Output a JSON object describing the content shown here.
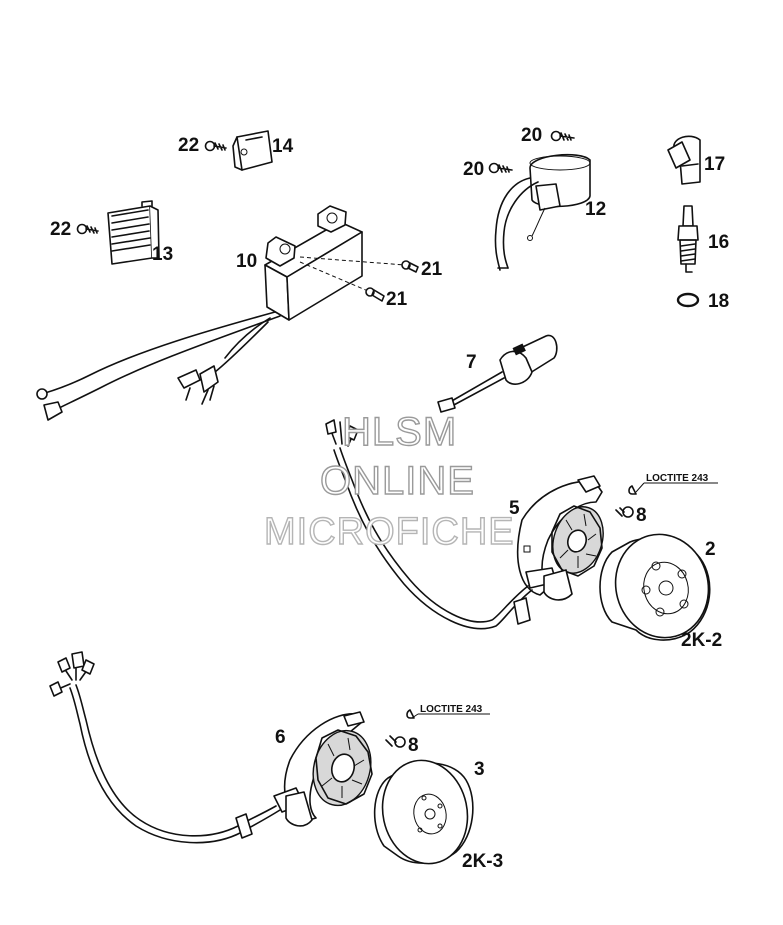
{
  "callouts": {
    "c22a": "22",
    "c14": "14",
    "c20a": "20",
    "c20b": "20",
    "c17": "17",
    "c12": "12",
    "c22b": "22",
    "c13": "13",
    "c10": "10",
    "c21a": "21",
    "c21b": "21",
    "c16": "16",
    "c18": "18",
    "c7": "7",
    "c5": "5",
    "c8a": "8",
    "c2": "2",
    "c2k2": "2K-2",
    "c6": "6",
    "c8b": "8",
    "c3": "3",
    "c2k3": "2K-3"
  },
  "notes": {
    "loctite_upper": "LOCTITE 243",
    "loctite_lower": "LOCTITE 243"
  },
  "watermark": {
    "line1": "HLSM",
    "line2": "ONLINE",
    "line3": "MICROFICHE"
  }
}
